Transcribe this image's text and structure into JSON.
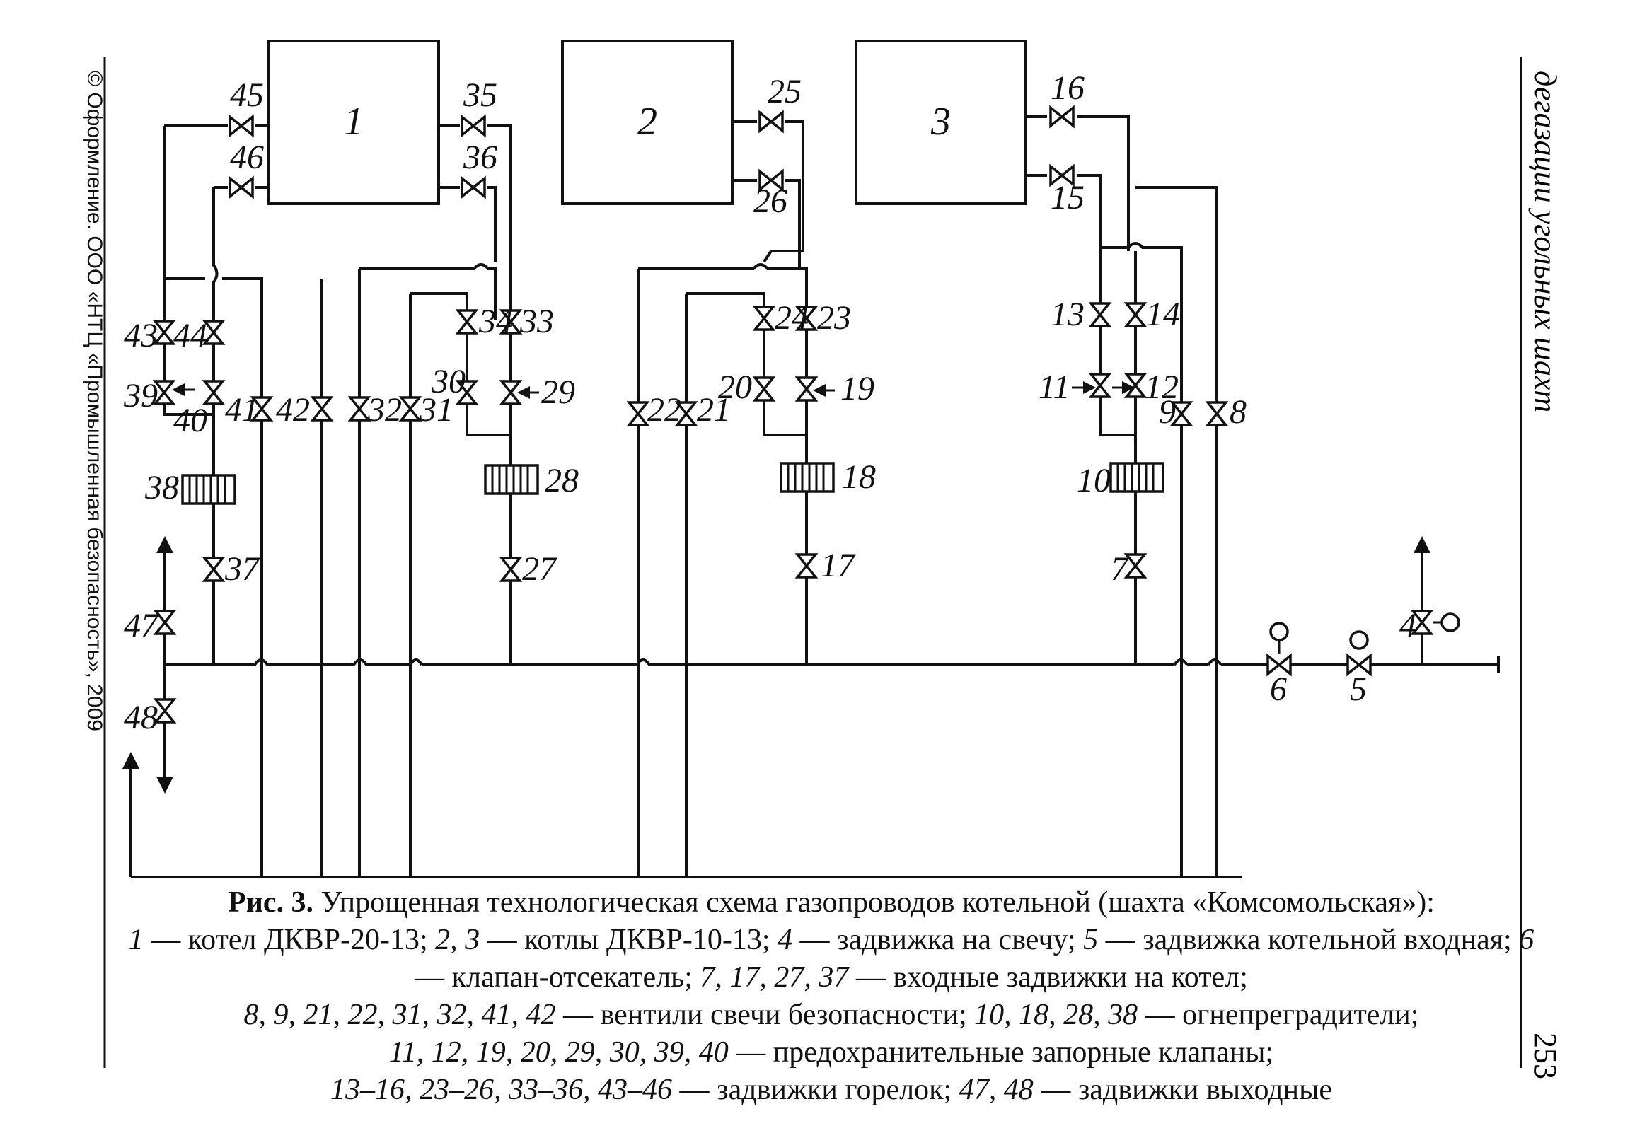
{
  "copyright": "© Оформление. ООО «НТЦ «Промышленная безопасность», 2009",
  "running_head": "дегазации угольных шахт",
  "page_number": "253",
  "boilers": [
    {
      "id": "b1",
      "label": "1"
    },
    {
      "id": "b2",
      "label": "2"
    },
    {
      "id": "b3",
      "label": "3"
    }
  ],
  "labels": {
    "v45": "45",
    "v46": "46",
    "v35": "35",
    "v36": "36",
    "v25": "25",
    "v26": "26",
    "v16": "16",
    "v15": "15",
    "v43": "43",
    "v44": "44",
    "v34": "34",
    "v33": "33",
    "v24": "24",
    "v23": "23",
    "v13": "13",
    "v14": "14",
    "v39": "39",
    "v40": "40",
    "v41": "41",
    "v42": "42",
    "v32": "32",
    "v31": "31",
    "v30": "30",
    "v29": "29",
    "v22": "22",
    "v21": "21",
    "v20": "20",
    "v19": "19",
    "v11": "11",
    "v12": "12",
    "v9": "9",
    "v8": "8",
    "f38": "38",
    "f28": "28",
    "f18": "18",
    "f10": "10",
    "v37": "37",
    "v27": "27",
    "v17": "17",
    "v7": "7",
    "v47": "47",
    "v48": "48",
    "v6": "6",
    "v5": "5",
    "v4": "4"
  },
  "caption": {
    "title_prefix": "Рис. 3.",
    "title": " Упрощенная технологическая схема газопроводов котельной (шахта «Комсомольская»):",
    "parts": [
      {
        "num": "1",
        "text": " — котел ДКВР-20-13; "
      },
      {
        "num": "2, 3",
        "text": " — котлы ДКВР-10-13; "
      },
      {
        "num": "4",
        "text": " — задвижка на свечу; "
      },
      {
        "num": "5",
        "text": " — задвижка котельной входная; "
      },
      {
        "num": "6",
        "text": " — клапан-отсекатель; "
      },
      {
        "num": "7, 17, 27, 37",
        "text": " — входные задвижки на котел; "
      },
      {
        "num": "8, 9, 21, 22, 31, 32, 41, 42",
        "text": " — вентили свечи безопасности; "
      },
      {
        "num": "10, 18, 28, 38",
        "text": " — огнепреградители; "
      },
      {
        "num": "11, 12, 19, 20, 29, 30, 39, 40",
        "text": " — предохранительные запорные клапаны; "
      },
      {
        "num": "13–16, 23–26, 33–36, 43–46",
        "text": " — задвижки горелок; "
      },
      {
        "num": "47, 48",
        "text": " — задвижки выходные"
      }
    ]
  }
}
